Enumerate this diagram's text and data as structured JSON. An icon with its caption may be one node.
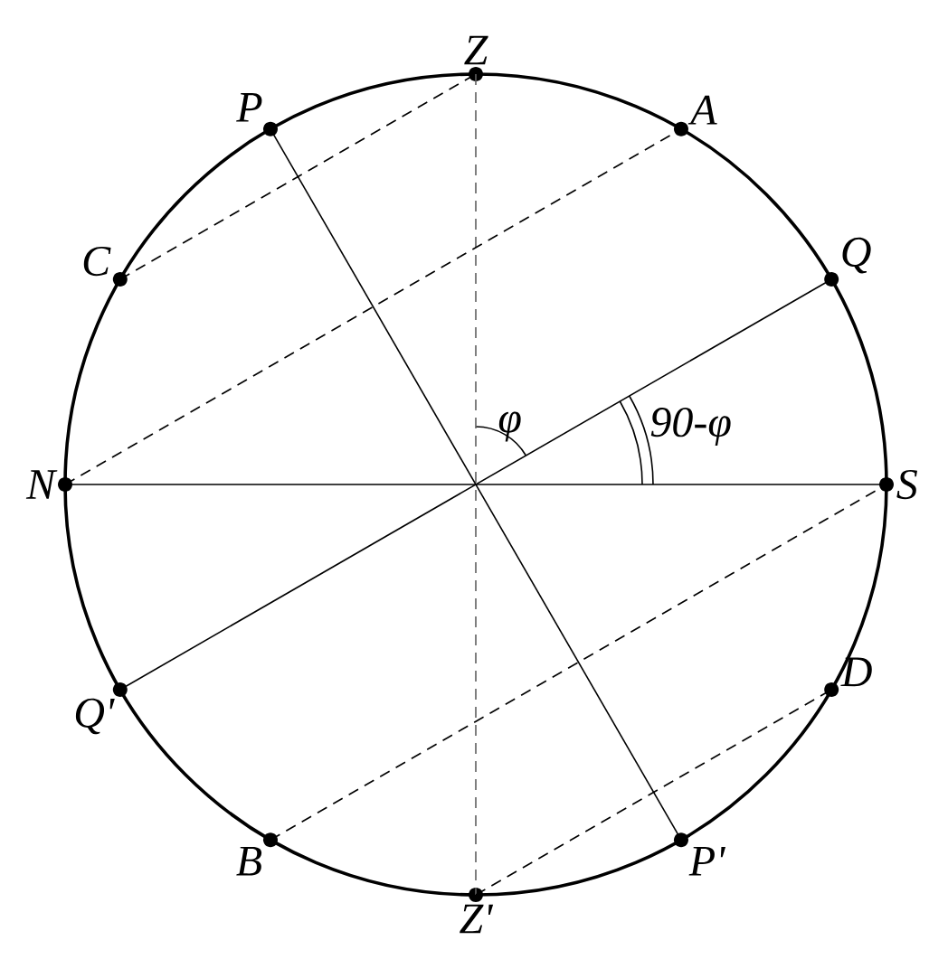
{
  "diagram": {
    "nodes": [
      {
        "text": [
          "Z"
        ]
      },
      {
        "text": [
          "P"
        ]
      },
      {
        "text": [
          "A"
        ]
      },
      {
        "text": [
          "C"
        ]
      },
      {
        "text": [
          "Q"
        ]
      },
      {
        "text": [
          "N"
        ]
      },
      {
        "text": [
          "S"
        ]
      },
      {
        "text": [
          "Q'"
        ]
      },
      {
        "text": [
          "D"
        ]
      },
      {
        "text": [
          "B"
        ]
      },
      {
        "text": [
          "P'"
        ]
      },
      {
        "text": [
          "Z'"
        ]
      }
    ],
    "edges": [
      {
        "from": 5,
        "to": 6,
        "arrow": "none"
      },
      {
        "from": 0,
        "to": 11,
        "arrow": "none",
        "style": "dashed",
        "color": "#606060"
      },
      {
        "from": 1,
        "to": 10,
        "arrow": "none"
      },
      {
        "from": 4,
        "to": 7,
        "arrow": "none"
      },
      {
        "from": 3,
        "to": 0,
        "arrow": "none",
        "style": "dashed"
      },
      {
        "from": 5,
        "to": 2,
        "arrow": "none",
        "style": "dashed"
      },
      {
        "from": 9,
        "to": 6,
        "arrow": "none",
        "style": "dashed"
      },
      {
        "from": 11,
        "to": 8,
        "arrow": "none",
        "style": "dashed"
      }
    ],
    "labels": [
      "φ",
      "90-φ"
    ]
  }
}
